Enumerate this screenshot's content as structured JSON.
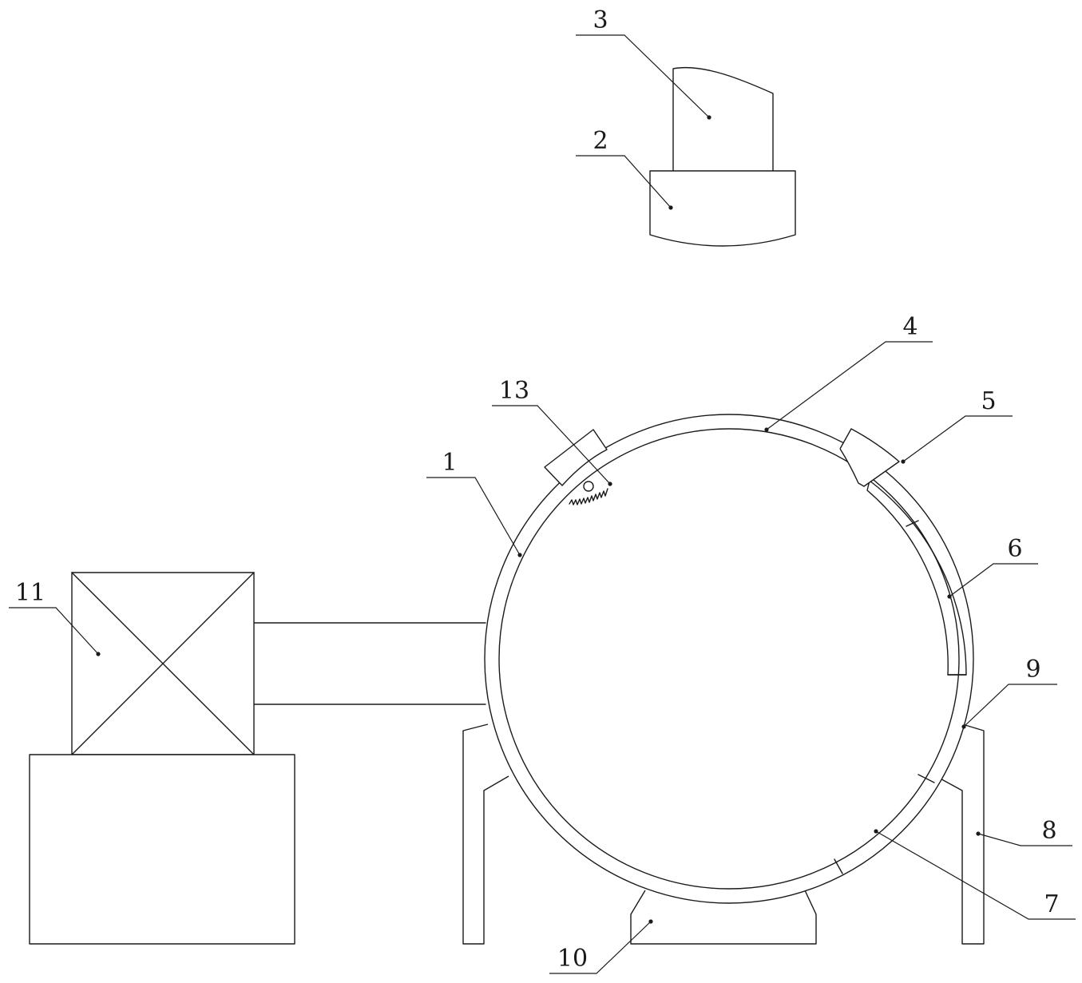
{
  "labels": {
    "part_1": "1",
    "part_2": "2",
    "part_3": "3",
    "part_4": "4",
    "part_5": "5",
    "part_6": "6",
    "part_7": "7",
    "part_8": "8",
    "part_9": "9",
    "part_10": "10",
    "part_11": "11",
    "part_13": "13"
  },
  "colors": {
    "line": "#1a1a1a",
    "background": "#ffffff"
  }
}
